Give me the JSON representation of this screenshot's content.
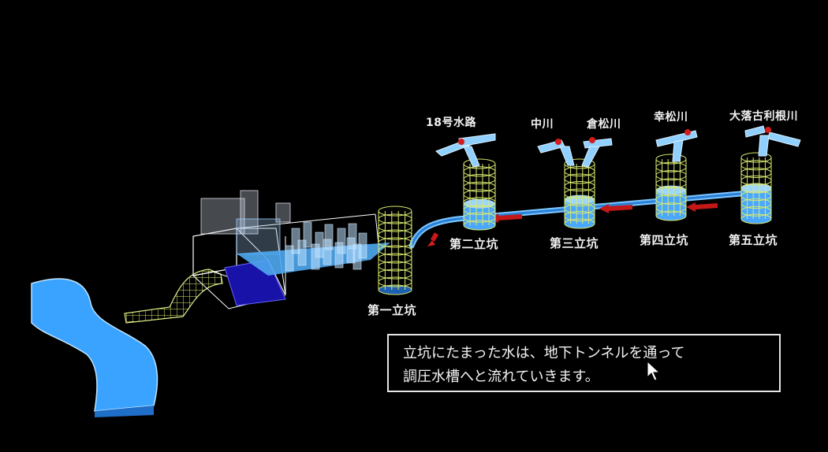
{
  "shafts": {
    "s1": "第一立坑",
    "s2": "第二立坑",
    "s3": "第三立坑",
    "s4": "第四立坑",
    "s5": "第五立坑"
  },
  "rivers": {
    "r18": "18号水路",
    "nakagawa": "中川",
    "kuramatsu": "倉松川",
    "koumatsu": "幸松川",
    "ootoshi": "大落古利根川"
  },
  "caption": {
    "line1": "立坑にたまった水は、地下トンネルを通って",
    "line2": "調圧水槽へと流れていきます。"
  },
  "colors": {
    "water": "#3ea0ff",
    "wire": "#d8e86a",
    "tank": "#1a1aa0",
    "flow_arrow": "#d02020"
  }
}
